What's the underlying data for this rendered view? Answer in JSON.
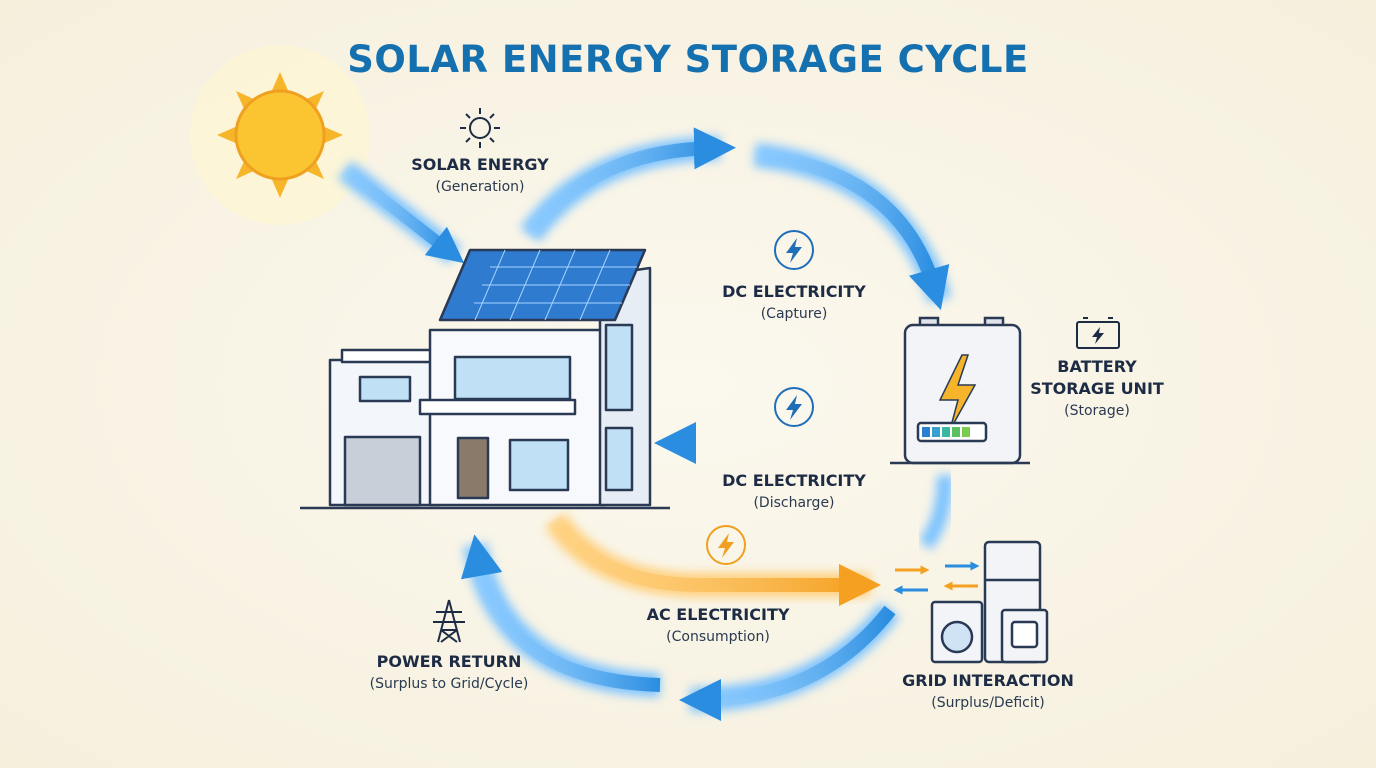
{
  "title": "SOLAR ENERGY STORAGE CYCLE",
  "colors": {
    "title": "#1570b0",
    "arrow_blue": "#2b8fe0",
    "arrow_orange": "#f5a623",
    "sun": "#f7b52a",
    "background": "#f8f3e4"
  },
  "stages": {
    "solar": {
      "heading": "SOLAR ENERGY",
      "sub": "(Generation)",
      "icon": "sun-outline-icon"
    },
    "dc_capture": {
      "heading": "DC ELECTRICITY",
      "sub": "(Capture)",
      "icon": "lightning-circle-icon"
    },
    "battery": {
      "heading1": "BATTERY",
      "heading2": "STORAGE UNIT",
      "sub": "(Storage)",
      "icon": "battery-icon"
    },
    "dc_discharge": {
      "heading": "DC ELECTRICITY",
      "sub": "(Discharge)",
      "icon": "lightning-circle-icon"
    },
    "ac": {
      "heading": "AC ELECTRICITY",
      "sub": "(Consumption)",
      "icon": "lightning-circle-orange-icon"
    },
    "power_return": {
      "heading": "POWER RETURN",
      "sub": "(Surplus to Grid/Cycle)",
      "icon": "transmission-tower-icon"
    },
    "grid": {
      "heading": "GRID INTERACTION",
      "sub": "(Surplus/Deficit)",
      "icon": "appliances-icon"
    }
  }
}
